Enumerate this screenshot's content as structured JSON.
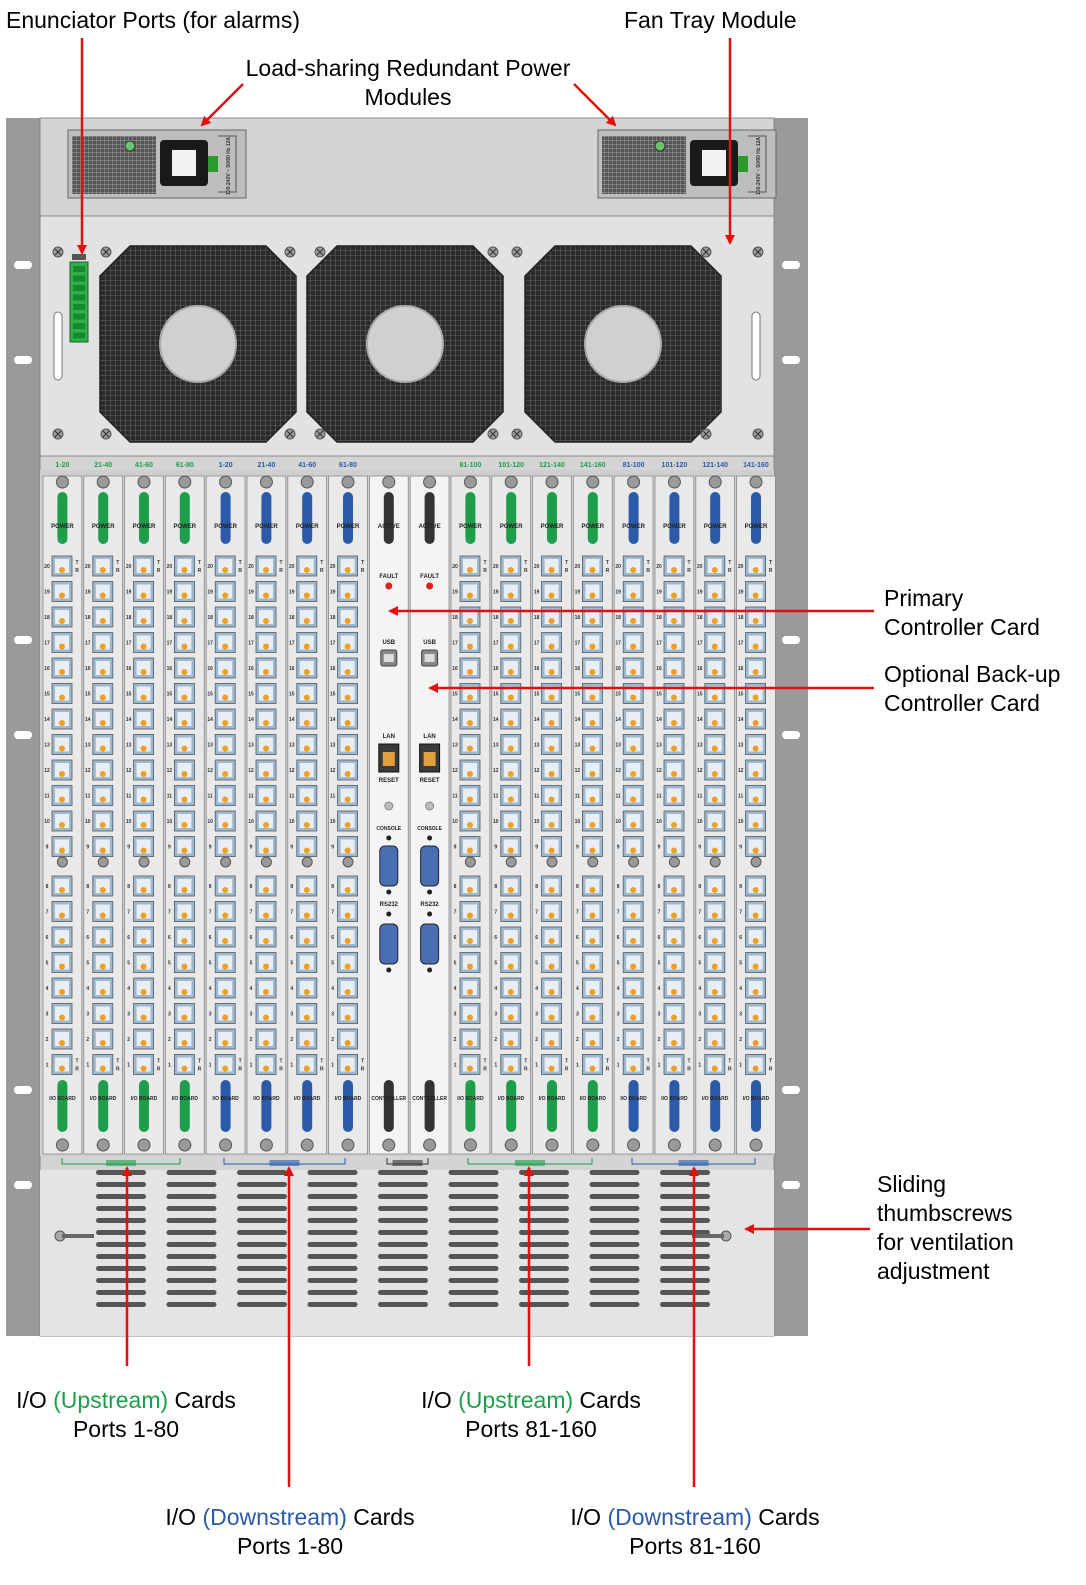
{
  "labels": {
    "enunciator": "Enunciator Ports (for alarms)",
    "fan_tray": "Fan Tray Module",
    "power_line1": "Load-sharing Redundant Power",
    "power_line2": "Modules",
    "primary_line1": "Primary",
    "primary_line2": "Controller Card",
    "backup_line1": "Optional Back-up",
    "backup_line2": "Controller Card",
    "sliding_line1": "Sliding",
    "sliding_line2": "thumbscrews",
    "sliding_line3": "for ventilation",
    "sliding_line4": "adjustment"
  },
  "io_groups": {
    "up1": {
      "pre": "I/O ",
      "highlight": "(Upstream)",
      "post": " Cards",
      "ports": "Ports 1-80"
    },
    "up2": {
      "pre": "I/O ",
      "highlight": "(Upstream)",
      "post": " Cards",
      "ports": "Ports 81-160"
    },
    "down1": {
      "pre": "I/O ",
      "highlight": "(Downstream)",
      "post": " Cards",
      "ports": "Ports 1-80"
    },
    "down2": {
      "pre": "I/O ",
      "highlight": "(Downstream)",
      "post": " Cards",
      "ports": "Ports 81-160"
    }
  },
  "chassis": {
    "psu_rating": "100-240V ~ 50/60 Hz 12A",
    "card_headers": [
      "1-20",
      "21-40",
      "41-60",
      "61-80",
      "1-20",
      "21-40",
      "41-60",
      "61-80",
      "",
      "",
      "81-100",
      "101-120",
      "121-140",
      "141-160",
      "81-100",
      "101-120",
      "121-140",
      "141-160"
    ],
    "card_types": [
      "up",
      "up",
      "up",
      "up",
      "down",
      "down",
      "down",
      "down",
      "ctrl",
      "ctrl",
      "up",
      "up",
      "up",
      "up",
      "down",
      "down",
      "down",
      "down"
    ],
    "io_top_label": "POWER",
    "io_bottom_label": "I/O BOARD",
    "ctrl_top_label": "ACTIVE",
    "ctrl_bottom_label": "CONTROLLER",
    "ctrl_fault": "FAULT",
    "ctrl_usb": "USB",
    "ctrl_lan": "LAN",
    "ctrl_reset": "RESET",
    "ctrl_console": "CONSOLE",
    "ctrl_rs232": "RS232",
    "port_numbers_upper": [
      "20",
      "19",
      "18",
      "17",
      "16",
      "15",
      "14",
      "13",
      "12",
      "11",
      "10",
      "9"
    ],
    "port_numbers_lower": [
      "8",
      "7",
      "6",
      "5",
      "4",
      "3",
      "2",
      "1"
    ],
    "tx_label": "T",
    "rx_label": "R"
  },
  "colors": {
    "upstream": "#1e9e4a",
    "downstream": "#2a5aa8",
    "controller": "#333333",
    "arrow": "#e01010",
    "chassis": "#d4d4d4",
    "rail": "#9a9a9a",
    "led_fault": "#e02020",
    "port_led": "#f0a020"
  }
}
